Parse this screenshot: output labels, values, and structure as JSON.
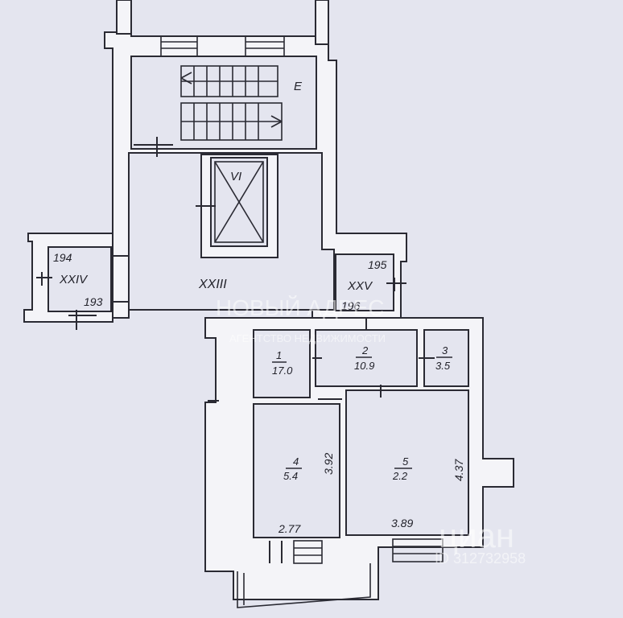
{
  "common_areas": {
    "e": "E",
    "vi": "VI",
    "xxiii": "XXIII",
    "xxiv": "XXIV",
    "xxv": "XXV",
    "n193": "193",
    "n194": "194",
    "n195": "195",
    "n196": "196"
  },
  "rooms": [
    {
      "number": "1",
      "area": "17.0"
    },
    {
      "number": "2",
      "area": "10.9"
    },
    {
      "number": "3",
      "area": "3.5"
    },
    {
      "number": "4",
      "area": "5.4"
    },
    {
      "number": "5",
      "area": "2.2"
    }
  ],
  "dimensions": {
    "room1_height": "4.37",
    "room1_width": "3.89",
    "room2_height": "3.92",
    "room2_width": "2.77"
  },
  "watermarks": {
    "agency": "НОВЫЙ АДРЕС",
    "agency_sub": "АГЕНТСТВО НЕДВИЖИМОСТИ",
    "cian": "циан",
    "cian_id": "ID 312732958"
  }
}
